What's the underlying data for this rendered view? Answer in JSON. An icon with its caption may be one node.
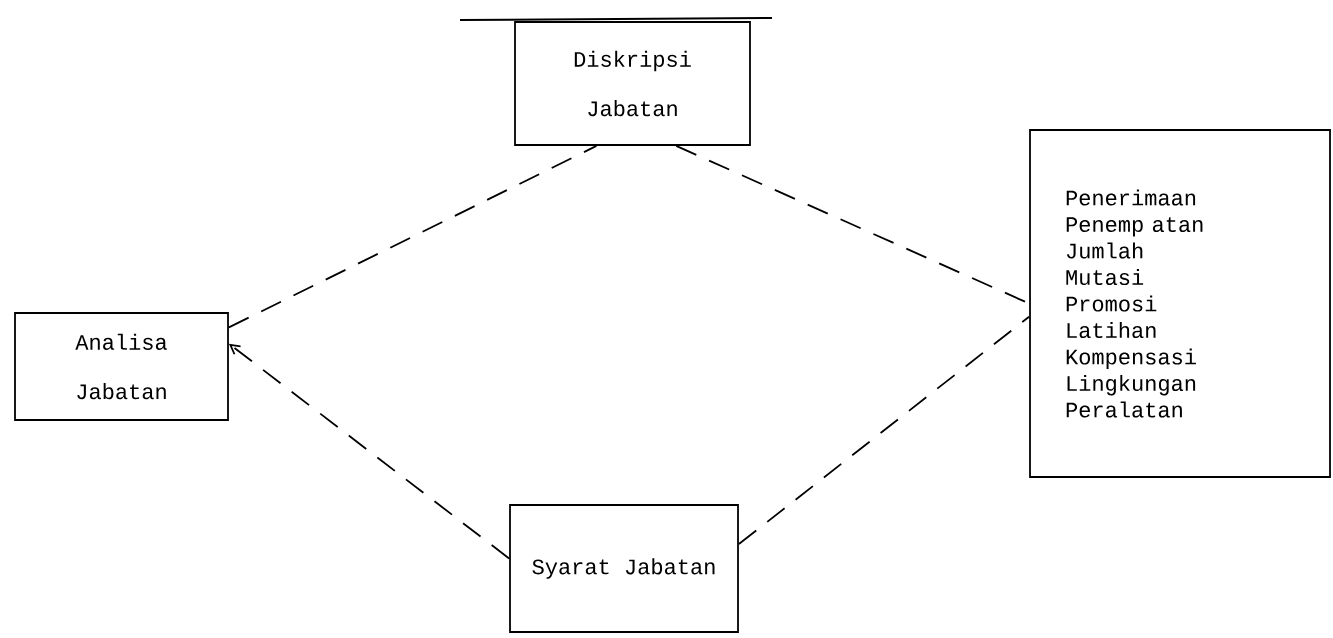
{
  "diagram": {
    "nodes": [
      {
        "text": [
          "Diskripsi Jabatan"
        ]
      },
      {
        "text": [
          "Analisa Jabatan"
        ]
      },
      {
        "text": [
          "Penerimaan",
          "Penemp atan",
          "Jumlah",
          "Mutasi",
          "Promosi",
          "Latihan",
          "Kompensasi",
          "Lingkungan",
          "Peralatan"
        ]
      },
      {
        "text": [
          "Syarat Jabatan"
        ]
      }
    ],
    "edges": [
      {
        "from": 1,
        "to": 0,
        "arrow": "none",
        "style": "dashed"
      },
      {
        "from": 0,
        "to": 2,
        "arrow": "none",
        "style": "dashed"
      },
      {
        "from": 3,
        "to": 1,
        "arrow": "to",
        "style": "dashed"
      },
      {
        "from": 3,
        "to": 2,
        "arrow": "none",
        "style": "dashed"
      }
    ]
  }
}
